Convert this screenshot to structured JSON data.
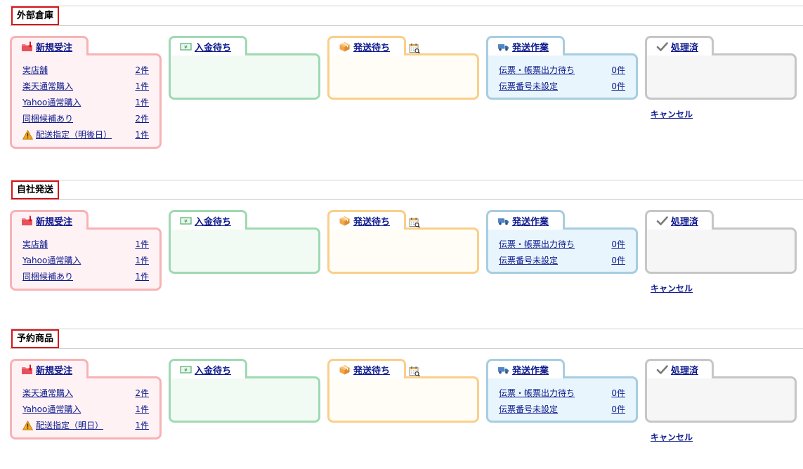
{
  "colors": {
    "link": "#0d1a8c",
    "section_border": "#d8141a",
    "new_border": "#f6b3b6",
    "payment_border": "#9fd9b4",
    "shipping_wait_border": "#f9cf8a",
    "shipping_work_border": "#a7cde0",
    "processed_border": "#c6c6c6"
  },
  "icons": {
    "new": "folder-arrow-icon",
    "payment": "yen-bill-icon",
    "shipping_wait": "box-icon",
    "calendar": "calendar-search-icon",
    "shipping_work": "truck-icon",
    "processed": "check-icon",
    "warning": "warning-icon"
  },
  "sections": [
    {
      "title": "外部倉庫",
      "new_order": {
        "label": "新規受注",
        "rows": [
          {
            "label": "実店舗",
            "count": "2件"
          },
          {
            "label": "楽天通常購入",
            "count": "1件"
          },
          {
            "label": "Yahoo通常購入",
            "count": "1件"
          },
          {
            "label": "同梱候補あり",
            "count": "2件"
          },
          {
            "label": "配送指定（明後日）",
            "count": "1件",
            "warning": true
          }
        ]
      },
      "payment_wait": {
        "label": "入金待ち"
      },
      "shipping_wait": {
        "label": "発送待ち"
      },
      "shipping_work": {
        "label": "発送作業",
        "rows": [
          {
            "label": "伝票・帳票出力待ち",
            "count": "0件"
          },
          {
            "label": "伝票番号未設定",
            "count": "0件"
          }
        ]
      },
      "processed": {
        "label": "処理済",
        "cancel": "キャンセル"
      }
    },
    {
      "title": "自社発送",
      "new_order": {
        "label": "新規受注",
        "rows": [
          {
            "label": "実店舗",
            "count": "1件"
          },
          {
            "label": "Yahoo通常購入",
            "count": "1件"
          },
          {
            "label": "同梱候補あり",
            "count": "1件"
          }
        ]
      },
      "payment_wait": {
        "label": "入金待ち"
      },
      "shipping_wait": {
        "label": "発送待ち"
      },
      "shipping_work": {
        "label": "発送作業",
        "rows": [
          {
            "label": "伝票・帳票出力待ち",
            "count": "0件"
          },
          {
            "label": "伝票番号未設定",
            "count": "0件"
          }
        ]
      },
      "processed": {
        "label": "処理済",
        "cancel": "キャンセル"
      }
    },
    {
      "title": "予約商品",
      "new_order": {
        "label": "新規受注",
        "rows": [
          {
            "label": "楽天通常購入",
            "count": "2件"
          },
          {
            "label": "Yahoo通常購入",
            "count": "1件"
          },
          {
            "label": "配送指定（明日）",
            "count": "1件",
            "warning": true
          }
        ]
      },
      "payment_wait": {
        "label": "入金待ち"
      },
      "shipping_wait": {
        "label": "発送待ち"
      },
      "shipping_work": {
        "label": "発送作業",
        "rows": [
          {
            "label": "伝票・帳票出力待ち",
            "count": "0件"
          },
          {
            "label": "伝票番号未設定",
            "count": "0件"
          }
        ]
      },
      "processed": {
        "label": "処理済",
        "cancel": "キャンセル"
      }
    }
  ]
}
